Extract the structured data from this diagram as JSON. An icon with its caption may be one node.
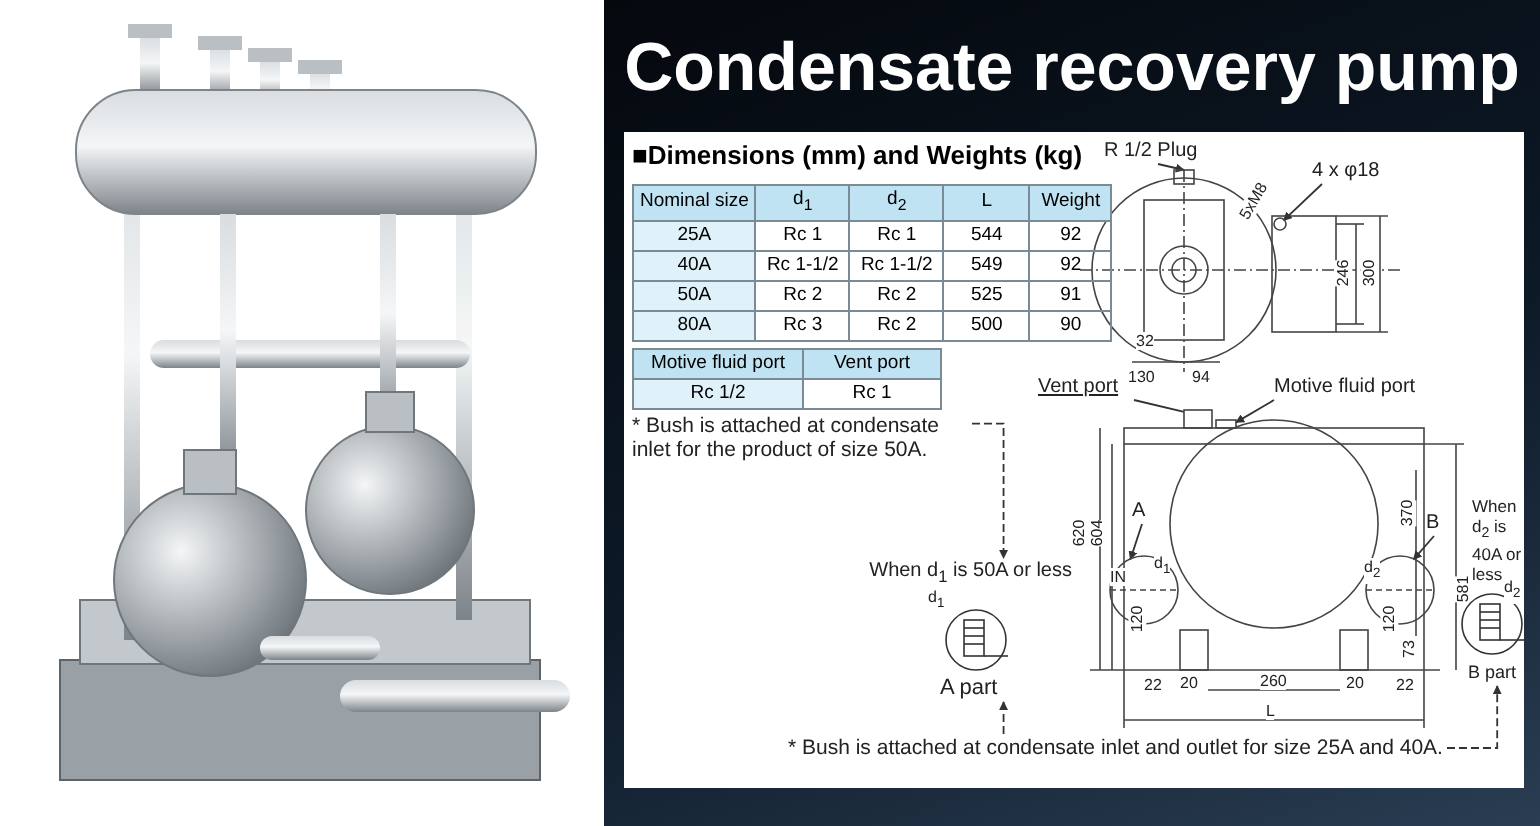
{
  "diagram": {
    "title": "Condensate recovery pump",
    "nodes": [
      {
        "text": [
          "* Bush is attached at condensate inlet for the product of size 50A."
        ]
      },
      {
        "text": [
          "When d$_{1}$ is 50A or less",
          "d$_{1}$",
          "A part"
        ]
      },
      {
        "text": [
          "When d$_{2}$ is 40A or less",
          "d$_{2}$",
          "B part"
        ]
      },
      {
        "text": [
          "* Bush is attached at condensate inlet and outlet for size 25A and 40A."
        ]
      },
      {
        "text": [
          "R 1/2 Plug"
        ]
      },
      {
        "text": [
          "4 x φ18"
        ]
      },
      {
        "text": [
          "Vent port"
        ]
      },
      {
        "text": [
          "Motive fluid port"
        ]
      },
      {
        "text": [
          "A"
        ]
      },
      {
        "text": [
          "B"
        ]
      },
      {
        "text": [],
        "shape": "box"
      },
      {
        "text": [],
        "shape": "circle"
      },
      {
        "text": [],
        "shape": "box"
      },
      {
        "text": [],
        "shape": "box"
      },
      {
        "text": [],
        "shape": "circle"
      },
      {
        "text": [],
        "shape": "circle"
      }
    ],
    "edges": [
      {
        "from": 0,
        "to": 1,
        "arrow": "to",
        "style": "dashed"
      },
      {
        "from": 3,
        "to": 1,
        "arrow": "to",
        "style": "dashed"
      },
      {
        "from": 3,
        "to": 2,
        "arrow": "to",
        "style": "dashed"
      },
      {
        "from": 4,
        "to": 10,
        "arrow": "to"
      },
      {
        "from": 5,
        "to": 11,
        "arrow": "to"
      },
      {
        "from": 6,
        "to": 12,
        "arrow": "none"
      },
      {
        "from": 7,
        "to": 13,
        "arrow": "to"
      },
      {
        "from": 8,
        "to": 14,
        "arrow": "to"
      },
      {
        "from": 9,
        "to": 15,
        "arrow": "to"
      }
    ],
    "labels": [
      "■Dimensions (mm) and Weights (kg)",
      "Nominal size",
      "d$_{1}$",
      "d$_{2}$",
      "L",
      "Weight",
      "25A",
      "Rc 1",
      "Rc 1",
      "544",
      "92",
      "40A",
      "Rc 1-1/2",
      "Rc 1-1/2",
      "549",
      "92",
      "50A",
      "Rc 2",
      "Rc 2",
      "525",
      "91",
      "80A",
      "Rc 3",
      "Rc 2",
      "500",
      "90",
      "Motive fluid port",
      "Vent port",
      "Rc 1/2",
      "Rc 1",
      "5xM8",
      "246",
      "300",
      "32",
      "130",
      "94",
      "620",
      "604",
      "581",
      "370",
      "IN",
      "d$_{1}$",
      "d$_{2}$",
      "120",
      "22",
      "20",
      "260",
      "20",
      "120",
      "73",
      "22",
      "L"
    ]
  }
}
